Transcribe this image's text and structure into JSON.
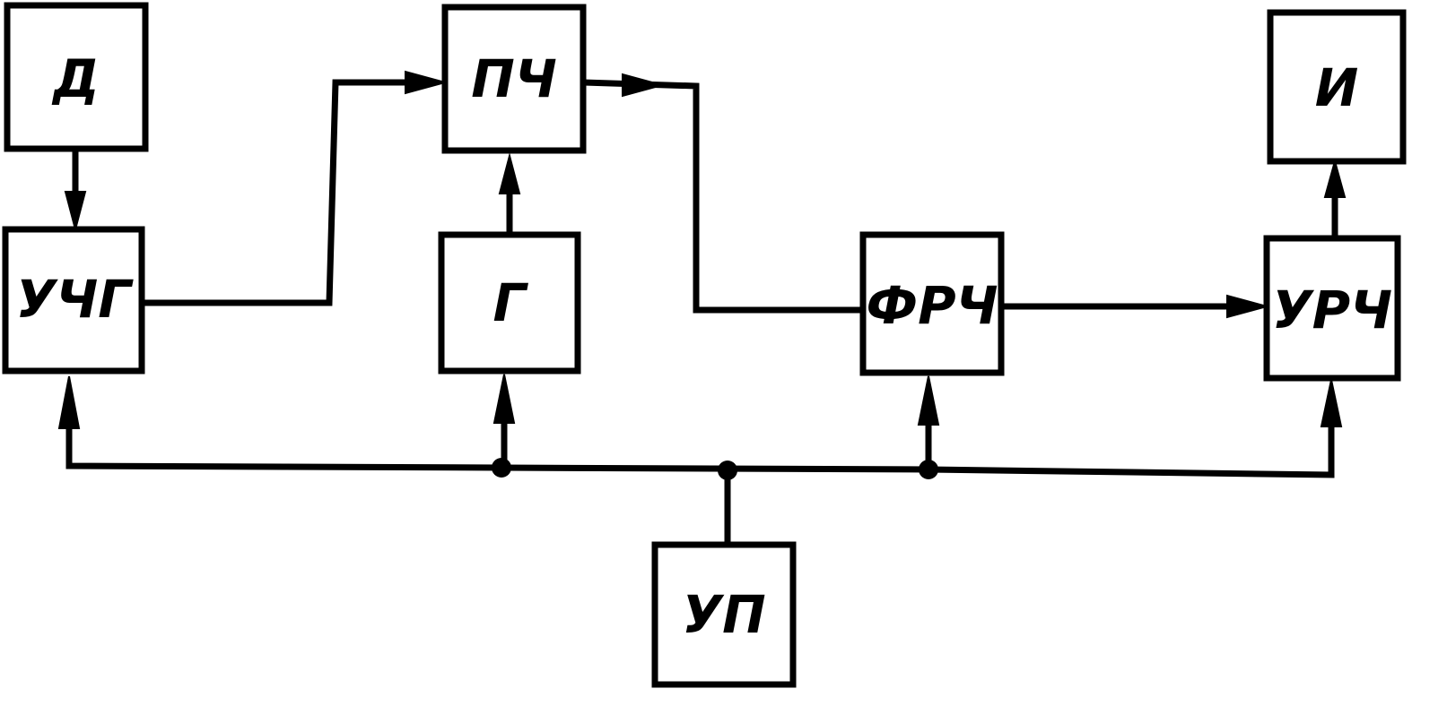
{
  "blocks": {
    "d": "Д",
    "pch": "ПЧ",
    "i": "И",
    "uchg": "УЧГ",
    "g": "Г",
    "frch": "ФРЧ",
    "urch": "УРЧ",
    "up": "УП"
  },
  "colors": {
    "line": "#000000",
    "background": "#ffffff"
  }
}
